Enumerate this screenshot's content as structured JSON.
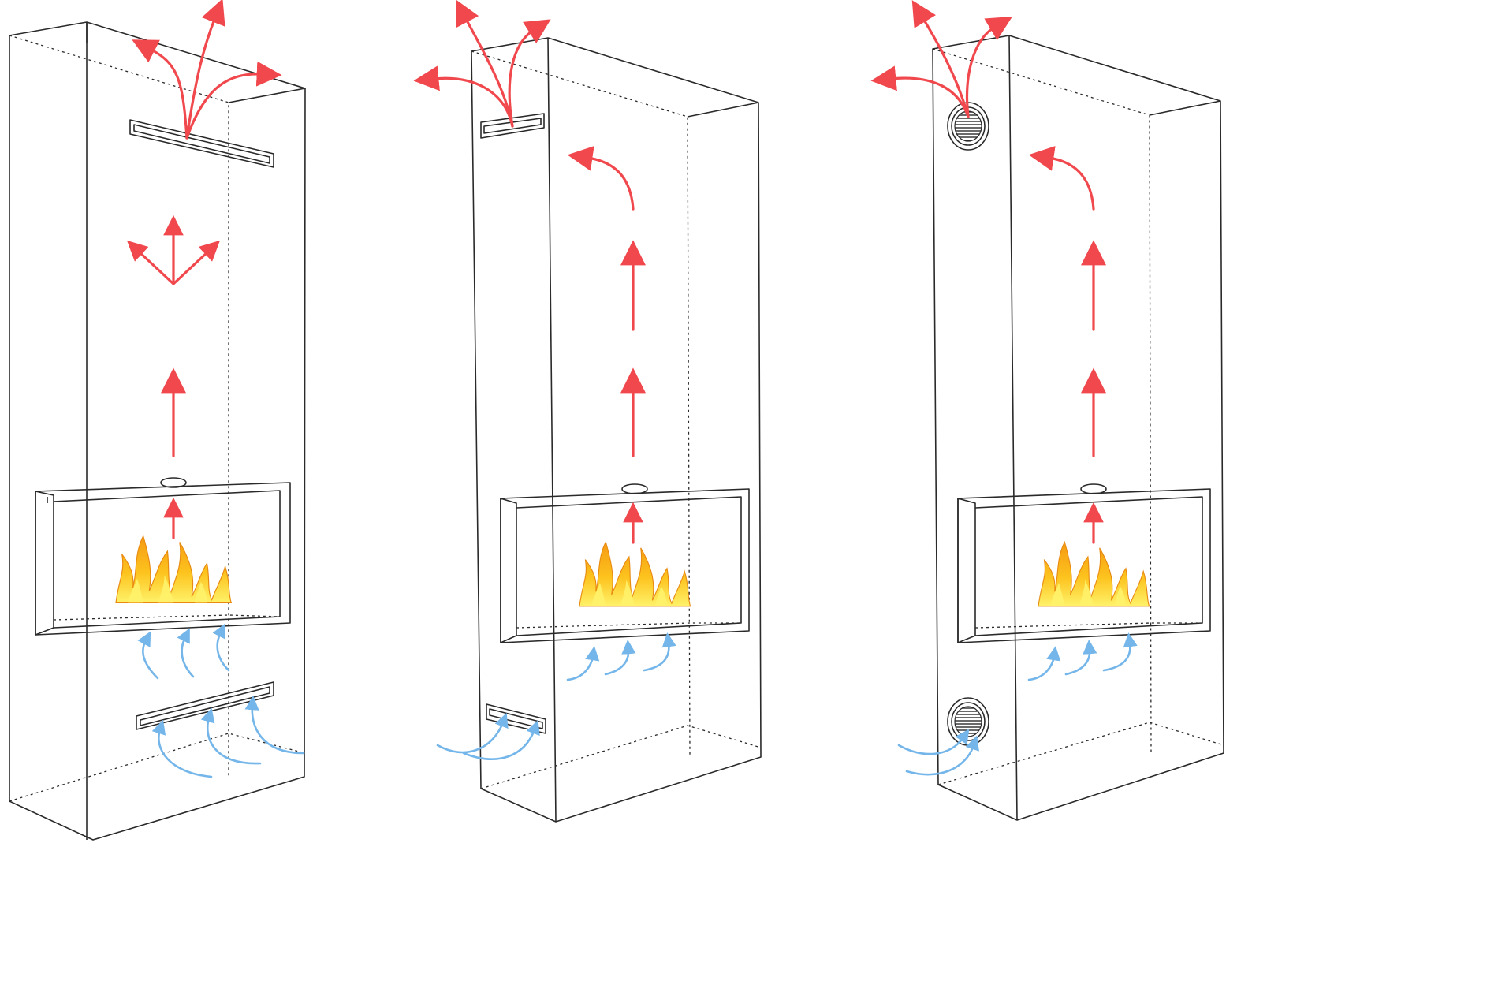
{
  "colors": {
    "outline": "#2a2a2a",
    "hot_air": "#f0484d",
    "cold_air": "#74b6ea",
    "flame_outer": "#f59a12",
    "flame_mid": "#fdc31e",
    "flame_inner": "#fff26a",
    "background": "#ffffff"
  },
  "variants": [
    {
      "id": "full-width-slot-vents",
      "vent_style": "long-slot",
      "vent_position": "front-center"
    },
    {
      "id": "side-slot-vents",
      "vent_style": "short-slot",
      "vent_position": "left-edge"
    },
    {
      "id": "round-grille-vents",
      "vent_style": "round-grille",
      "vent_position": "left-edge"
    }
  ],
  "icons": [
    "hot-air-arrow-icon",
    "cold-air-arrow-icon",
    "flame-icon",
    "vent-grille-icon"
  ]
}
